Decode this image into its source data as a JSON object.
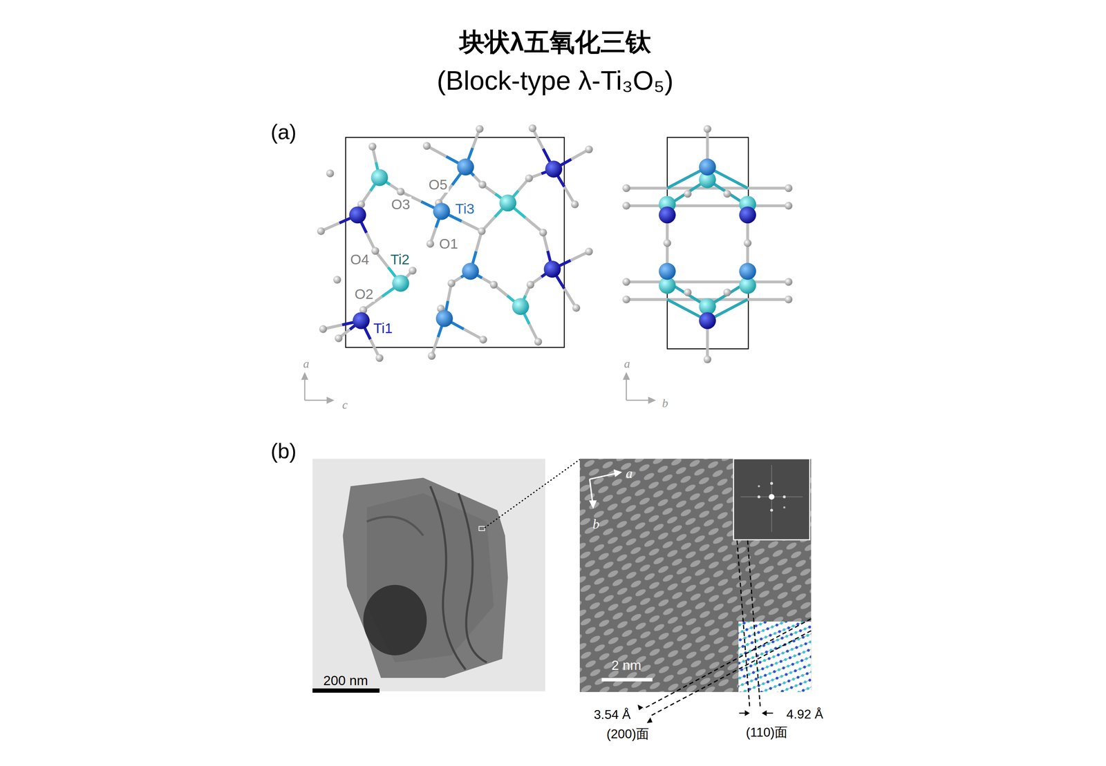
{
  "diagram": {
    "title": "块状λ五氧化三钛",
    "labels": [
      "(Block-type λ-Ti₃O₅)",
      "(a)",
      "O5",
      "O3",
      "Ti3",
      "O1",
      "O4",
      "Ti2",
      "O2",
      "Ti1",
      "a",
      "c",
      "a",
      "b",
      "(b)",
      "200 nm",
      "a",
      "b",
      "2 nm",
      "3.54 Å",
      "(200)面",
      "4.92 Å",
      "(110)面"
    ]
  }
}
